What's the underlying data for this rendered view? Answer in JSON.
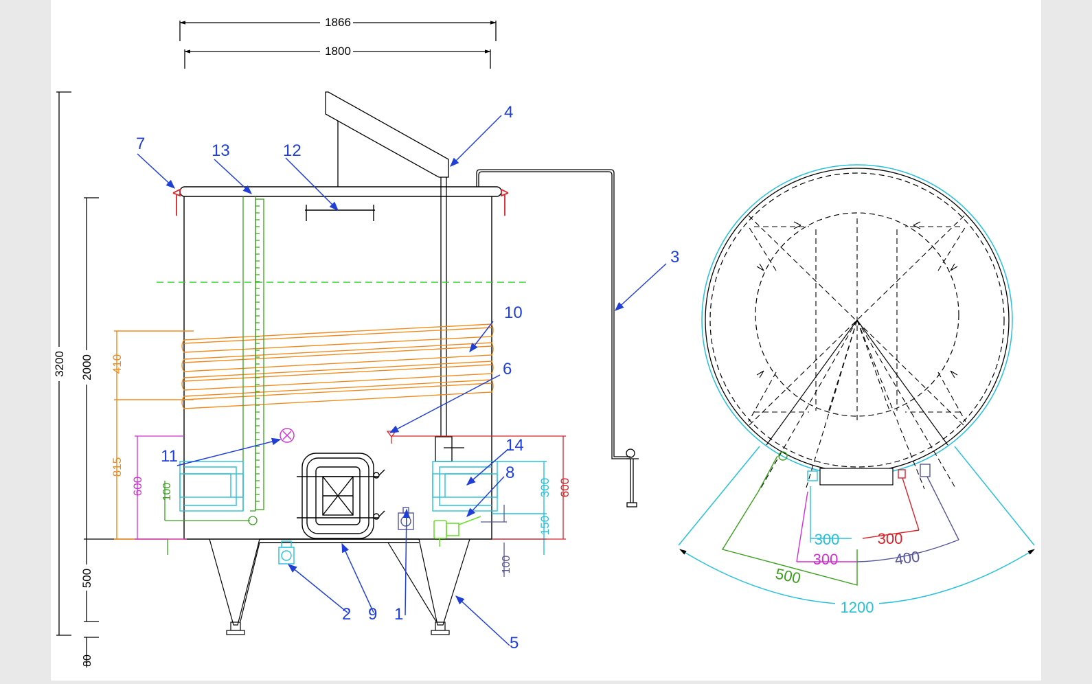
{
  "dimensions": {
    "width_outer": "1866",
    "width_inner": "1800",
    "height_total": "3200",
    "height_body": "2000",
    "height_legs": "500",
    "height_feet": "80",
    "jacket_height": "410",
    "jacket_offset": "815",
    "door_left": "600",
    "door_left_low": "100",
    "door_right_high": "300",
    "door_right_low": "150",
    "door_right_total": "600",
    "bottom_offset": "100",
    "arc_cyan_inner": "300",
    "arc_red": "300",
    "arc_magenta": "300",
    "arc_blue": "400",
    "arc_green": "500",
    "arc_cyan_outer": "1200"
  },
  "callouts": [
    "1",
    "2",
    "3",
    "4",
    "5",
    "6",
    "7",
    "8",
    "9",
    "10",
    "11",
    "12",
    "13",
    "14"
  ],
  "colors": {
    "leader": "#1f3fd6",
    "jacket": "#f08a1d",
    "level": "#3aa01c",
    "door": "#2ec8e0",
    "magenta": "#d12fd1",
    "red": "#d8232a",
    "navy": "#55559a",
    "cyan": "#26c0dc",
    "green": "#3aa01c"
  }
}
